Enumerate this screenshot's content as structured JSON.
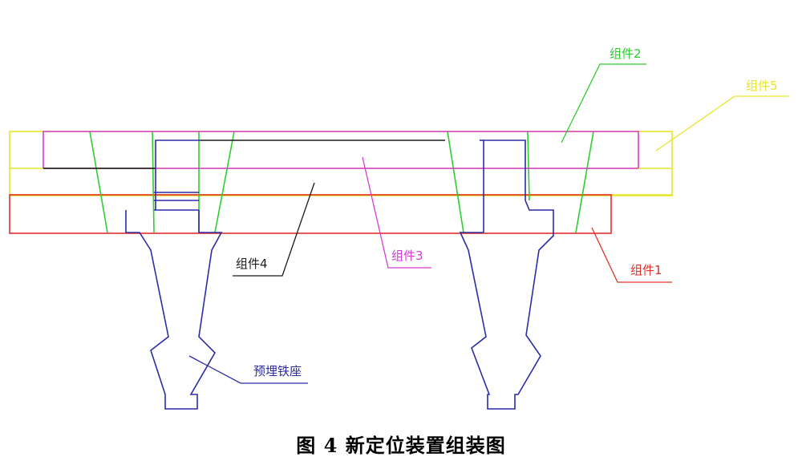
{
  "labels": {
    "component1": "组件1",
    "component2": "组件2",
    "component3": "组件3",
    "component4": "组件4",
    "component5": "组件5",
    "embedded_seat": "预埋铁座"
  },
  "caption": {
    "figure_number": "图 4",
    "title": "新定位装置组装图"
  },
  "colors": {
    "component1": "#e0302c",
    "component2": "#2ecc2e",
    "component3": "#d63ad6",
    "component4": "#1a1a1a",
    "component5": "#e6e62a",
    "embedded_seat": "#2c2ca8"
  }
}
